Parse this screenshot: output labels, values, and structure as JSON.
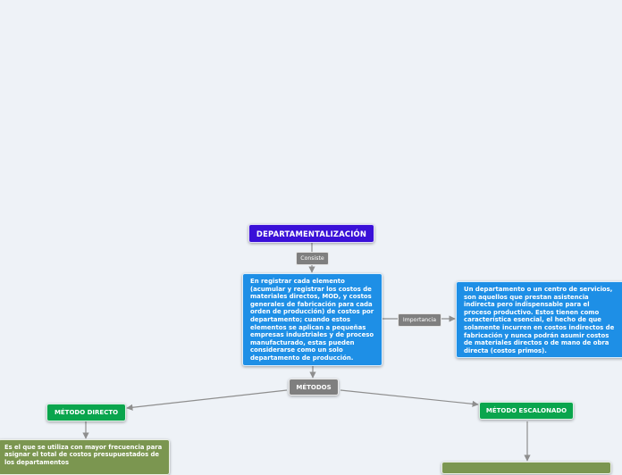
{
  "nodes": {
    "title": "DEPARTAMENTALIZACIÓN",
    "main_description": "En registrar cada elemento (acumular y registrar los costos de materiales directos, MOD, y costos generales de fabricación para cada orden de producción) de costos por departamento; cuando estos elementos se aplican a pequeñas empresas industriales y de proceso manufacturado, estas pueden considerarse como un solo departamento de producción.",
    "importance_description": "Un departamento o un centro de servicios, son aquellos que prestan asistencia indirecta pero indispensable para el proceso productivo. Estos tienen como característica esencial, el hecho de que solamente incurren en costos indirectos de fabricación y nunca podrán asumir costos de materiales directos o de mano de obra directa (costos primos).",
    "methods": "MÉTODOS",
    "direct_method": "MÉTODO DIRECTO",
    "stepped_method": "MÉTODO ESCALONADO",
    "direct_method_description": "Es el que se utiliza con mayor frecuencia para asignar el total de   costos presupuestados   de   los   departamentos",
    "stepped_method_description": ""
  },
  "links": {
    "consiste": "Consiste",
    "importancia": "Importancia"
  },
  "colors": {
    "title": "#3a10d8",
    "description": "#1e8fe6",
    "methods": "#7f7f7f",
    "method": "#0aa54d",
    "method_description": "#7b9650",
    "connector": "#8e8e8e"
  }
}
